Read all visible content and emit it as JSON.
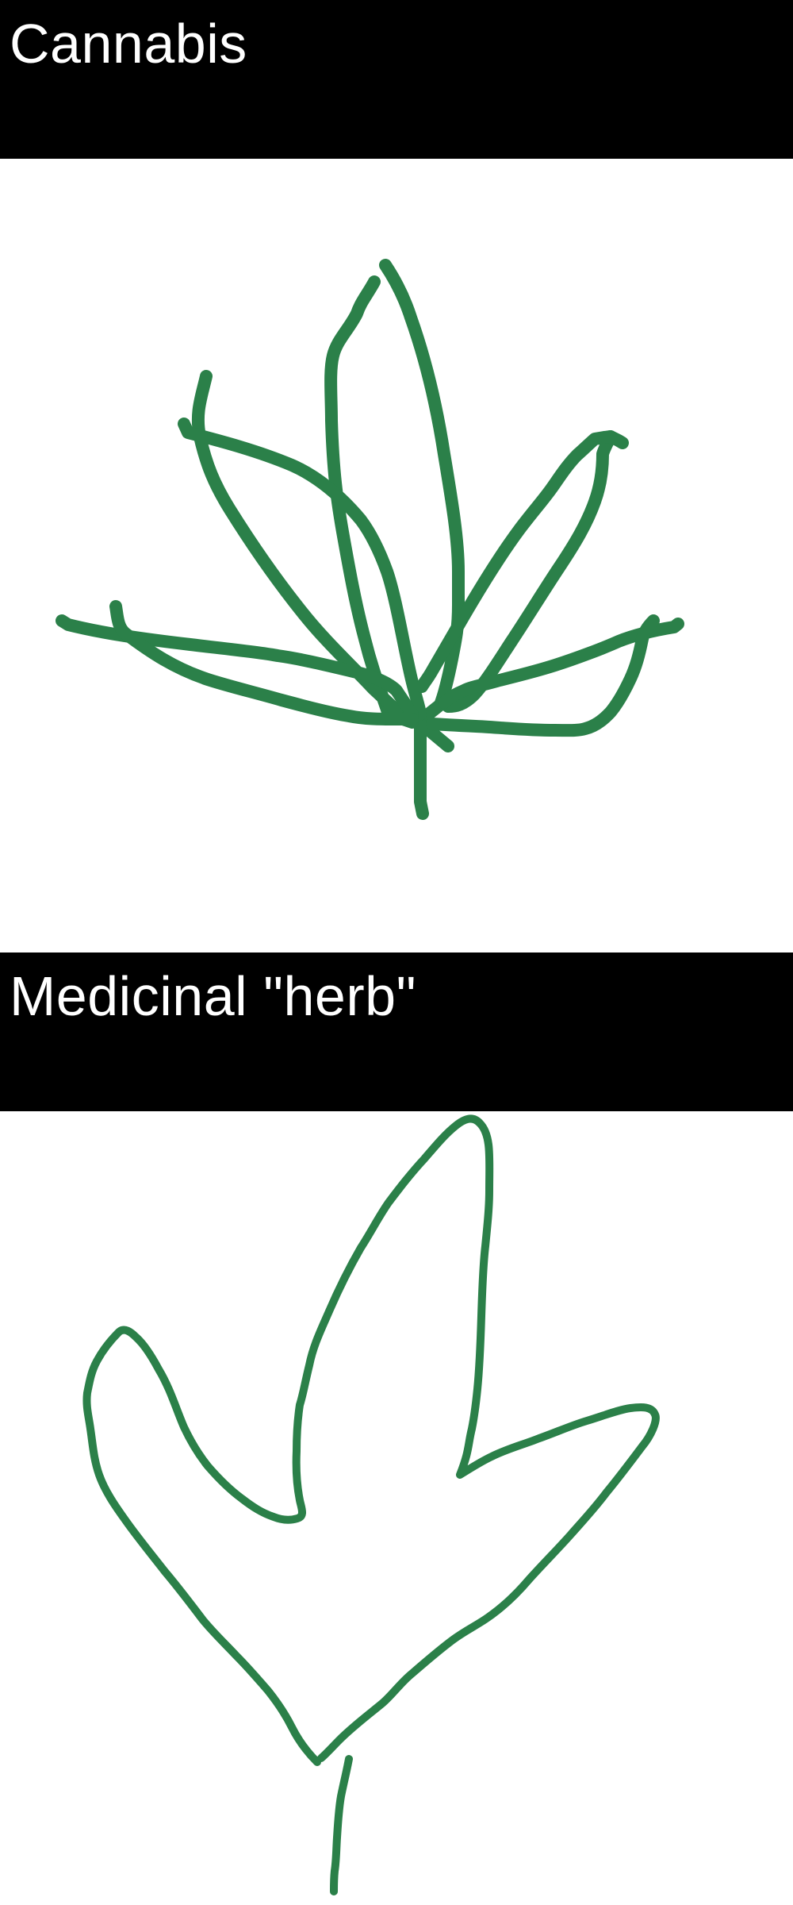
{
  "sections": [
    {
      "title": "Cannabis"
    },
    {
      "title": "Medicinal \"herb\""
    }
  ],
  "colors": {
    "header_background": "#000000",
    "header_text": "#ffffff",
    "page_background": "#ffffff",
    "drawing_stroke": "#2b8049"
  },
  "icons": {
    "cannabis_leaf": "cannabis-leaf-drawing",
    "herb_leaf": "herb-leaf-drawing"
  }
}
